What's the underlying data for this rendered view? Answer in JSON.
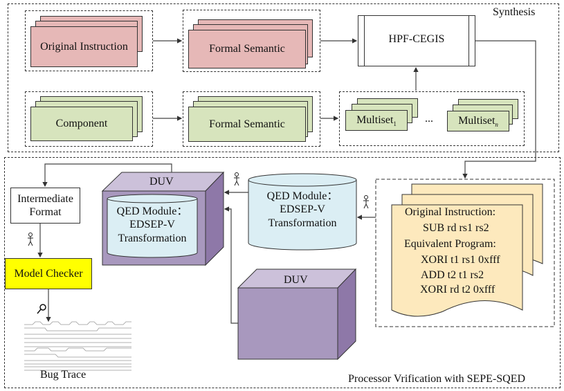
{
  "synthesis": {
    "title": "Synthesis",
    "original_instruction": "Original Instruction",
    "formal_semantic_top": "Formal Semantic",
    "component": "Component",
    "formal_semantic_bottom": "Formal Semantic",
    "hpf_cegis": "HPF-CEGIS",
    "multiset_1": "Multiset",
    "multiset_1_sub": "1",
    "ellipsis": "...",
    "multiset_n": "Multiset",
    "multiset_n_sub": "n"
  },
  "verification": {
    "title": "Processor Vrification with SEPE-SQED",
    "intermediate_format": [
      "Intermediate",
      "Format"
    ],
    "model_checker": "Model Checker",
    "bug_trace": "Bug Trace",
    "duv_top": "DUV",
    "duv_bottom": "DUV",
    "qed_inner": [
      "QED Module：",
      "EDSEP-V",
      "Transformation"
    ],
    "qed_standalone": [
      "QED Module：",
      "EDSEP-V",
      "Transformation"
    ],
    "document": [
      "Original Instruction:",
      "SUB rd rs1 rs2",
      "Equivalent Program:",
      "XORI t1 rs1 0xfff",
      "ADD t2 t1 rs2",
      "XORI rd t2 0xfff"
    ]
  },
  "colors": {
    "pink": "#e6b8b7",
    "green": "#d7e4bd",
    "yellow": "#ffff00",
    "duv_front": "#a898be",
    "duv_top": "#ccc1da",
    "duv_side": "#8e78a8",
    "cylinder": "#dbeef4",
    "document": "#fde9bd"
  }
}
